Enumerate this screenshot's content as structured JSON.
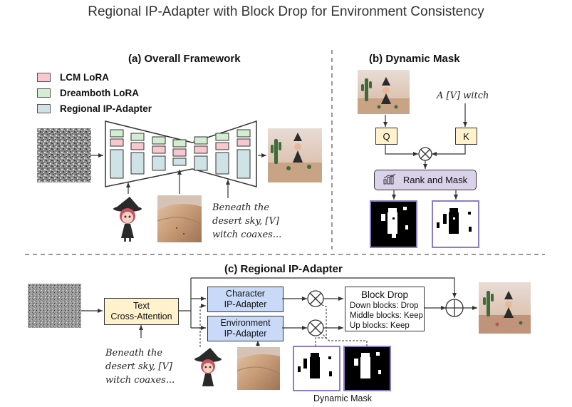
{
  "title": "Regional IP-Adapter with Block Drop for Environment Consistency",
  "panel_a": {
    "title": "(a) Overall Framework",
    "legend": [
      {
        "label": "LCM LoRA",
        "color": "#f7c9cf"
      },
      {
        "label": "Dreamboth LoRA",
        "color": "#d4ecd2"
      },
      {
        "label": "Regional IP-Adapter",
        "color": "#cfe2e6"
      }
    ],
    "prompt_lines": [
      "Beneath the",
      "desert sky, [V]",
      "witch coaxes..."
    ]
  },
  "panel_b": {
    "title": "(b) Dynamic Mask",
    "prompt": "A [V] witch",
    "q_label": "Q",
    "k_label": "K",
    "rank_label": "Rank and Mask"
  },
  "panel_c": {
    "title": "(c) Regional IP-Adapter",
    "text_cross_attention": [
      "Text",
      "Cross-Attention"
    ],
    "character_adapter": [
      "Character",
      "IP-Adapter"
    ],
    "environment_adapter": [
      "Environment",
      "IP-Adapter"
    ],
    "block_drop_title": "Block Drop",
    "block_drop_lines": [
      "Down blocks: Drop",
      "Middle blocks: Keep",
      "Up blocks: Keep"
    ],
    "prompt_lines": [
      "Beneath the",
      "desert sky, [V]",
      "witch coaxes..."
    ],
    "dynamic_mask_label": "Dynamic Mask"
  },
  "colors": {
    "pink": "#f7c9cf",
    "green": "#d4ecd2",
    "teal": "#cfe2e6",
    "q_k_fill": "#fff2cc",
    "adapter_fill": "#c9daf8",
    "rank_fill": "#d9d2e9",
    "mask_border": "#8e7cc3"
  }
}
